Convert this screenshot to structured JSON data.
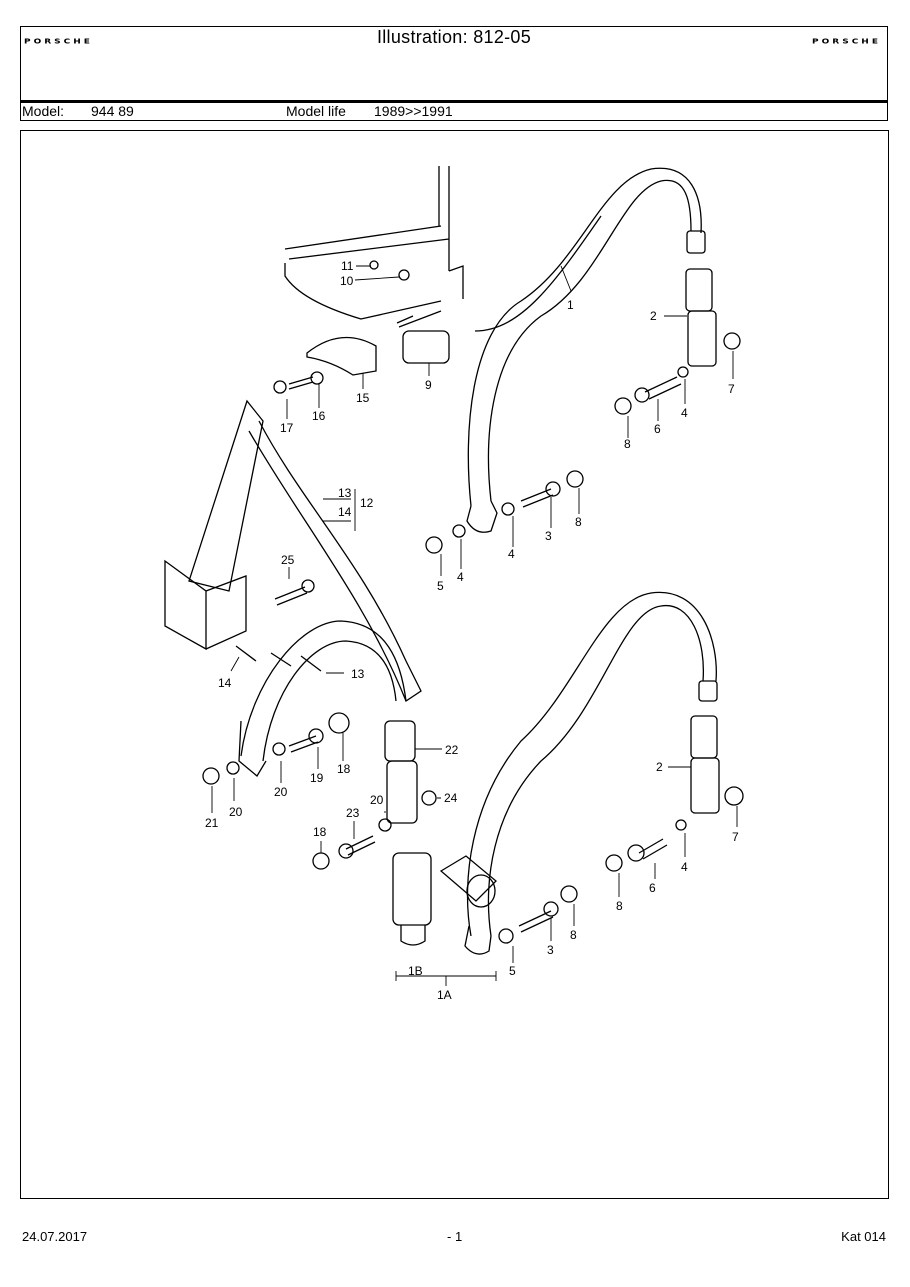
{
  "header": {
    "brand_left": "PORSCHE",
    "brand_right": "PORSCHE",
    "illustration": "Illustration: 812-05",
    "model_label": "Model:",
    "model_value": "944 89",
    "model_life_label": "Model life",
    "model_life_value": "1989>>1991"
  },
  "diagram": {
    "part_labels": {
      "p11": "11",
      "p10": "10",
      "p1": "1",
      "p2a": "2",
      "p7a": "7",
      "p9": "9",
      "p15": "15",
      "p16": "16",
      "p17": "17",
      "p4a": "4",
      "p6a": "6",
      "p8a": "8",
      "p13a": "13",
      "p14a": "14",
      "p12": "12",
      "p8b": "8",
      "p3a": "3",
      "p4b": "4",
      "p4c": "4",
      "p5a": "5",
      "p25": "25",
      "p13b": "13",
      "p14b": "14",
      "p22": "22",
      "p18a": "18",
      "p19": "19",
      "p20a": "20",
      "p21": "21",
      "p20b": "20",
      "p24": "24",
      "p23": "23",
      "p20c": "20",
      "p18b": "18",
      "p2b": "2",
      "p7b": "7",
      "p4d": "4",
      "p6b": "6",
      "p8c": "8",
      "p3b": "3",
      "p8d": "8",
      "p5b": "5",
      "p1b": "1B",
      "p1a": "1A"
    }
  },
  "footer": {
    "date": "24.07.2017",
    "page": "- 1",
    "catalog": "Kat 014"
  }
}
